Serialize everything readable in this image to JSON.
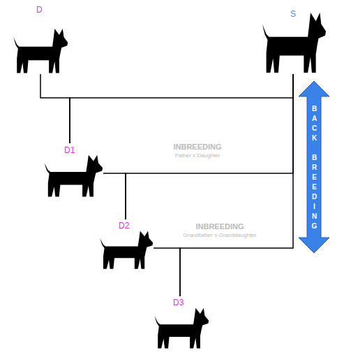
{
  "diagram": {
    "nodes": [
      {
        "text": [
          "D"
        ]
      },
      {
        "text": [
          "S"
        ]
      },
      {
        "text": [
          "D1"
        ]
      },
      {
        "text": [
          "D2"
        ]
      },
      {
        "text": [
          "D3"
        ]
      },
      {
        "text": [
          "BACK BREEDING"
        ]
      }
    ],
    "edges": [
      {
        "from": 0,
        "to": 2,
        "arrow": "none"
      },
      {
        "from": 1,
        "to": 2,
        "arrow": "none"
      },
      {
        "from": 2,
        "to": 3,
        "arrow": "none"
      },
      {
        "from": 1,
        "to": 3,
        "arrow": "none"
      },
      {
        "from": 3,
        "to": 4,
        "arrow": "none"
      },
      {
        "from": 1,
        "to": 4,
        "arrow": "none"
      }
    ],
    "labels": [
      "INBREEDING",
      "Father x Daughter",
      "INBREEDING",
      "Grandfather x Granddaughter"
    ]
  }
}
